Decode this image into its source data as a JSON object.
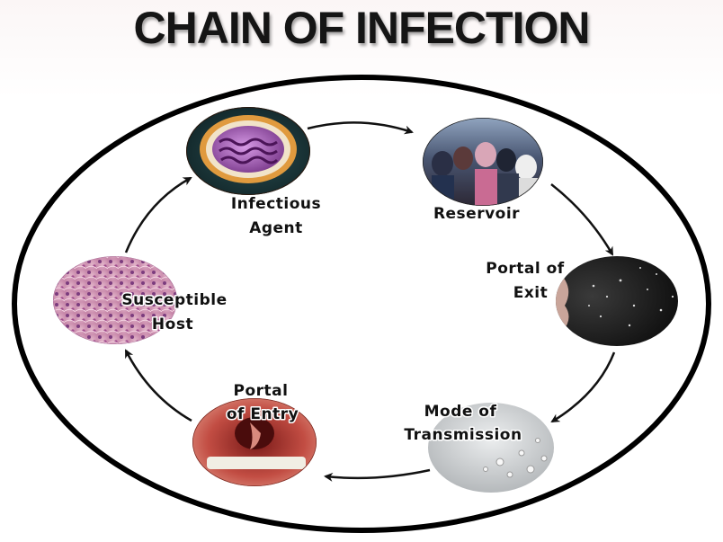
{
  "title": "CHAIN OF INFECTION",
  "stages": {
    "infectious_agent": {
      "line1": "Infectious",
      "line2": "Agent",
      "image": "virus-cross-section"
    },
    "reservoir": {
      "line1": "Reservoir",
      "image": "crowd-of-people"
    },
    "portal_of_exit": {
      "line1": "Portal of",
      "line2": "Exit",
      "image": "person-sneezing"
    },
    "mode_of_transmission": {
      "line1": "Mode of",
      "line2": "Transmission",
      "image": "droplets"
    },
    "portal_of_entry": {
      "line1": "Portal",
      "line2": "of Entry",
      "image": "open-mouth-throat"
    },
    "susceptible_host": {
      "line1": "Susceptible",
      "line2": "Host",
      "image": "infected-tissue"
    }
  },
  "colors": {
    "ring": "#000000",
    "arrow": "#111111",
    "text": "#111111"
  }
}
